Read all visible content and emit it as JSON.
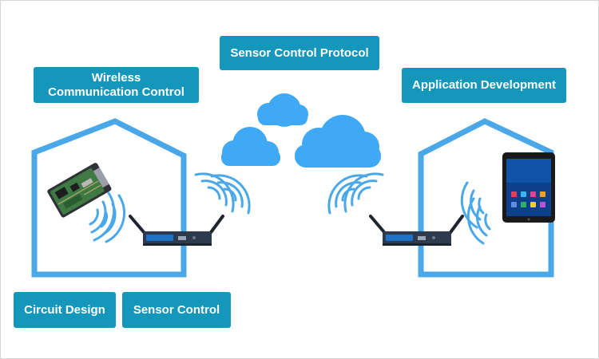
{
  "labels": {
    "sensor_control_protocol": "Sensor Control Protocol",
    "wireless_line1": "Wireless",
    "wireless_line2": "Communication Control",
    "application_development": "Application Development",
    "circuit_design": "Circuit Design",
    "sensor_control": "Sensor Control"
  },
  "colors": {
    "label_bg": "#1597BB",
    "house_stroke": "#4AA8E8",
    "cloud_fill": "#3FA9F5",
    "wave_stroke": "#4AA8E8",
    "router_body": "#2E3A4E",
    "router_accent": "#1E73C8"
  },
  "icons": [
    "house-icon",
    "cloud-icon",
    "wifi-waves-icon",
    "router-icon",
    "circuit-board-icon",
    "tablet-icon"
  ]
}
